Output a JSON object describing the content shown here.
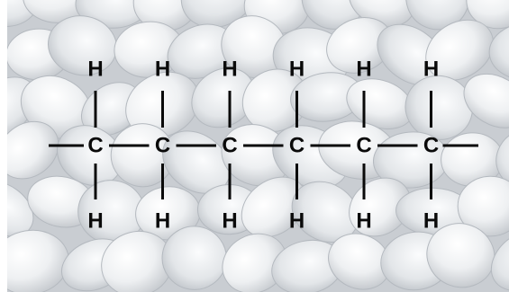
{
  "diagram": {
    "chain": [
      {
        "carbon": "C",
        "top": "H",
        "bottom": "H"
      },
      {
        "carbon": "C",
        "top": "H",
        "bottom": "H"
      },
      {
        "carbon": "C",
        "top": "H",
        "bottom": "H"
      },
      {
        "carbon": "C",
        "top": "H",
        "bottom": "H"
      },
      {
        "carbon": "C",
        "top": "H",
        "bottom": "H"
      },
      {
        "carbon": "C",
        "top": "H",
        "bottom": "H"
      }
    ],
    "bond_color": "#0a0a0a",
    "background": "white polymer pellets"
  }
}
